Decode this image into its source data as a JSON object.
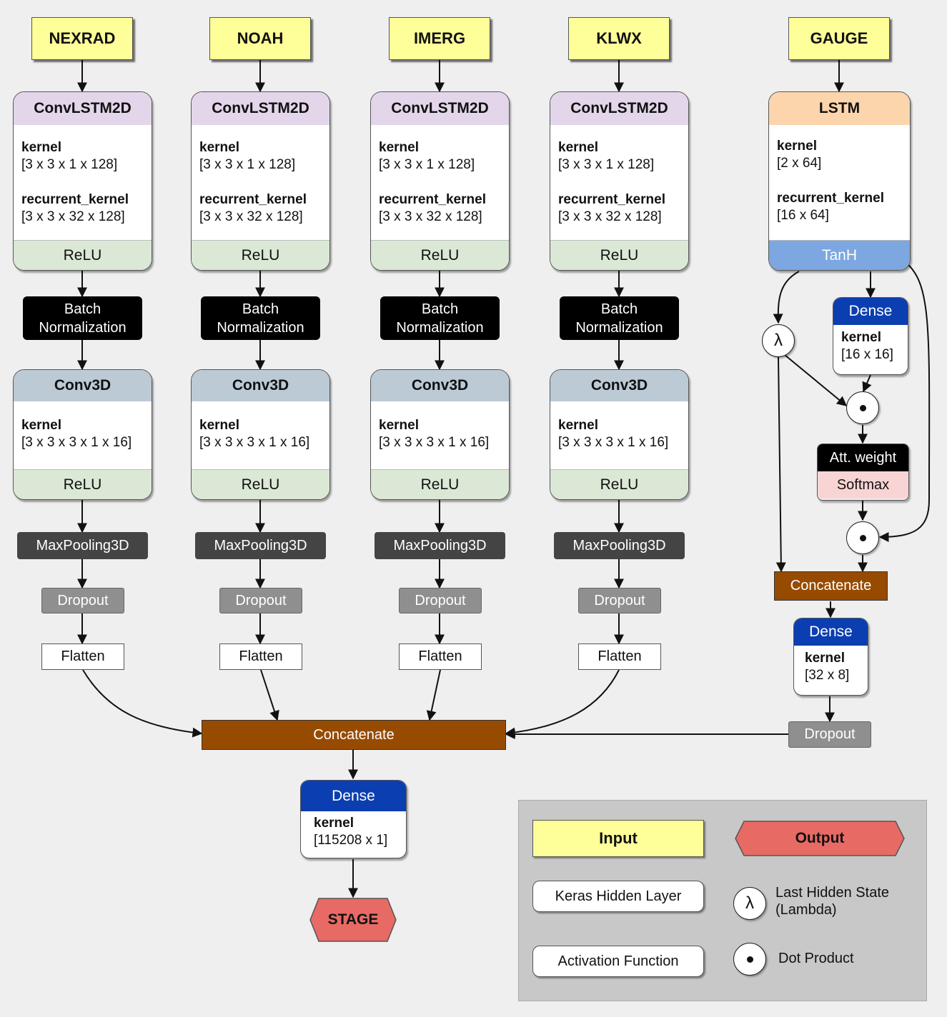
{
  "columns": [
    {
      "input": "NEXRAD",
      "convlstm": {
        "title": "ConvLSTM2D",
        "kernel_label": "kernel",
        "kernel": "[3 x 3 x 1 x 128]",
        "rec_label": "recurrent_kernel",
        "rec": "[3 x 3 x 32 x 128]",
        "activation": "ReLU"
      },
      "batchnorm": "Batch Normalization",
      "conv3d": {
        "title": "Conv3D",
        "kernel_label": "kernel",
        "kernel": "[3 x 3 x 3 x 1 x 16]",
        "activation": "ReLU"
      },
      "maxpool": "MaxPooling3D",
      "dropout": "Dropout",
      "flatten": "Flatten"
    },
    {
      "input": "NOAH",
      "convlstm": {
        "title": "ConvLSTM2D",
        "kernel_label": "kernel",
        "kernel": "[3 x 3 x 1 x 128]",
        "rec_label": "recurrent_kernel",
        "rec": "[3 x 3 x 32 x 128]",
        "activation": "ReLU"
      },
      "batchnorm": "Batch Normalization",
      "conv3d": {
        "title": "Conv3D",
        "kernel_label": "kernel",
        "kernel": "[3 x 3 x 3 x 1 x 16]",
        "activation": "ReLU"
      },
      "maxpool": "MaxPooling3D",
      "dropout": "Dropout",
      "flatten": "Flatten"
    },
    {
      "input": "IMERG",
      "convlstm": {
        "title": "ConvLSTM2D",
        "kernel_label": "kernel",
        "kernel": "[3 x 3 x 1 x 128]",
        "rec_label": "recurrent_kernel",
        "rec": "[3 x 3 x 32 x 128]",
        "activation": "ReLU"
      },
      "batchnorm": "Batch Normalization",
      "conv3d": {
        "title": "Conv3D",
        "kernel_label": "kernel",
        "kernel": "[3 x 3 x 3 x 1 x 16]",
        "activation": "ReLU"
      },
      "maxpool": "MaxPooling3D",
      "dropout": "Dropout",
      "flatten": "Flatten"
    },
    {
      "input": "KLWX",
      "convlstm": {
        "title": "ConvLSTM2D",
        "kernel_label": "kernel",
        "kernel": "[3 x 3 x 1 x 128]",
        "rec_label": "recurrent_kernel",
        "rec": "[3 x 3 x 32 x 128]",
        "activation": "ReLU"
      },
      "batchnorm": "Batch Normalization",
      "conv3d": {
        "title": "Conv3D",
        "kernel_label": "kernel",
        "kernel": "[3 x 3 x 3 x 1 x 16]",
        "activation": "ReLU"
      },
      "maxpool": "MaxPooling3D",
      "dropout": "Dropout",
      "flatten": "Flatten"
    }
  ],
  "gauge": {
    "input": "GAUGE",
    "lstm": {
      "title": "LSTM",
      "kernel_label": "kernel",
      "kernel": "[2 x 64]",
      "rec_label": "recurrent_kernel",
      "rec": "[16 x 64]",
      "activation": "TanH"
    },
    "lambda_symbol": "λ",
    "dense_att": {
      "title": "Dense",
      "kernel_label": "kernel",
      "kernel": "[16 x 16]"
    },
    "att_weight": "Att. weight",
    "softmax": "Softmax",
    "concatenate": "Concatenate",
    "dense": {
      "title": "Dense",
      "kernel_label": "kernel",
      "kernel": "[32 x 8]"
    },
    "dropout": "Dropout"
  },
  "merge": {
    "concatenate": "Concatenate",
    "dense": {
      "title": "Dense",
      "kernel_label": "kernel",
      "kernel": "[115208 x 1]"
    },
    "output": "STAGE"
  },
  "legend": {
    "input": "Input",
    "output": "Output",
    "hidden_layer": "Keras Hidden Layer",
    "activation": "Activation Function",
    "lambda_symbol": "λ",
    "lambda_label": "Last Hidden State (Lambda)",
    "dot_label": "Dot Product"
  },
  "colors": {
    "input": "#ffff99",
    "output": "#e86a64",
    "concatenate": "#974b00",
    "dense_header": "#0b3eb0",
    "convlstm_header": "#e3d6ea",
    "conv3d_header": "#bccad6",
    "lstm_header": "#fcd5ac",
    "relu": "#dbe8d6",
    "tanh": "#7ca7e0"
  }
}
